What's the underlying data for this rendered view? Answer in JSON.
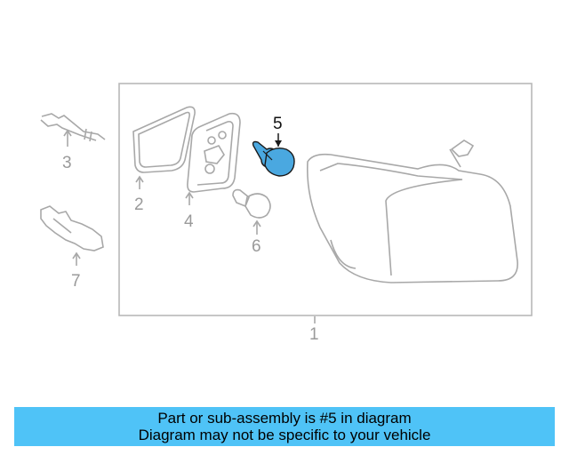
{
  "callouts": {
    "c1": "1",
    "c2": "2",
    "c3": "3",
    "c4": "4",
    "c5": "5",
    "c6": "6",
    "c7": "7"
  },
  "highlighted_part": "5",
  "colors": {
    "highlight_part": "#4aa8e0",
    "banner": "#4fc3f7",
    "line_art": "#a8a8a8"
  },
  "banner": {
    "line1": "Part or sub-assembly is #5 in diagram",
    "line2": "Diagram may not be specific to your vehicle"
  }
}
